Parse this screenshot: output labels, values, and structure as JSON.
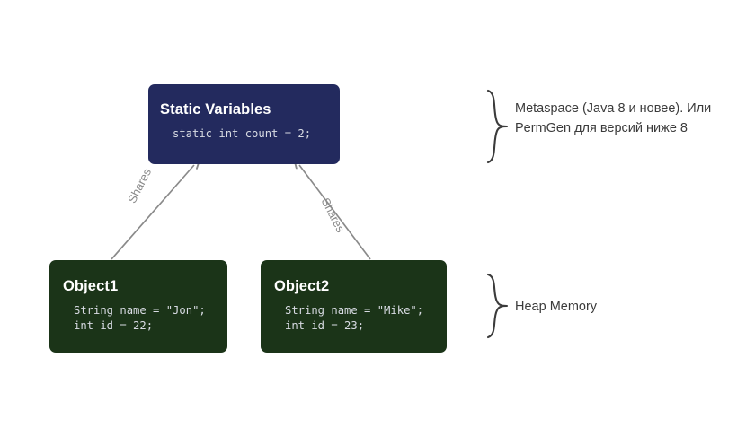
{
  "diagram": {
    "title_hidden": "",
    "nodes": [
      {
        "id": "static-variables",
        "title": "Static Variables",
        "code": "static int count = 2;",
        "fill": "#232a5e"
      },
      {
        "id": "object1",
        "title": "Object1",
        "code": "String name = \"Jon\";\nint id = 22;",
        "fill": "#1b3418"
      },
      {
        "id": "object2",
        "title": "Object2",
        "code": "String name = \"Mike\";\nint id = 23;",
        "fill": "#1b3418"
      }
    ],
    "edges": [
      {
        "id": "edge-object1-static",
        "label": "Shares",
        "color": "#8a8a8a"
      },
      {
        "id": "edge-object2-static",
        "label": "Shares",
        "color": "#8a8a8a"
      }
    ],
    "annotations": [
      {
        "id": "metaspace",
        "text": "Metaspace (Java 8 и новее). Или PermGen для версий ниже 8"
      },
      {
        "id": "heap",
        "text": "Heap Memory"
      }
    ],
    "colors": {
      "background": "#ffffff",
      "navy": "#232a5e",
      "green": "#1b3418",
      "edge": "#8a8a8a",
      "annotation_text": "#3b3b3b",
      "code_text": "#d8dbe3",
      "title_text": "#ffffff"
    }
  }
}
